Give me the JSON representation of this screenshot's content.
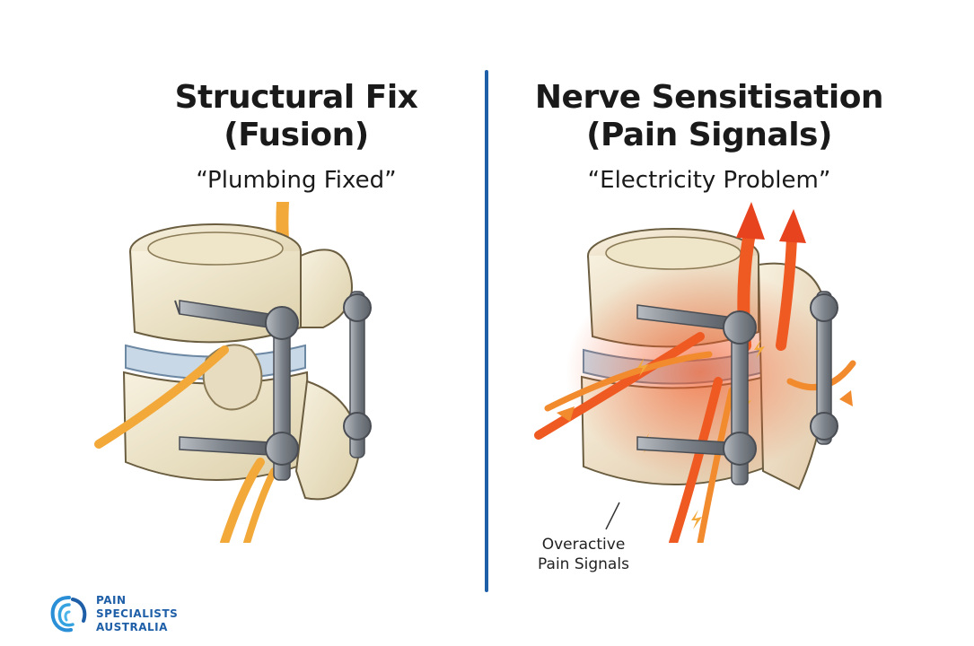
{
  "left_panel": {
    "title_line1": "Structural Fix",
    "title_line2": "(Fusion)",
    "subtitle": "“Plumbing Fixed”"
  },
  "right_panel": {
    "title_line1": "Nerve Sensitisation",
    "title_line2": "(Pain Signals)",
    "subtitle": "“Electricity Problem”",
    "annotation_line1": "Overactive",
    "annotation_line2": "Pain Signals"
  },
  "logo": {
    "line1": "PAIN",
    "line2": "SPECIALISTS",
    "line3": "AUSTRALIA"
  },
  "colors": {
    "divider": "#1f5fa8",
    "bone": "#f3ecd6",
    "nerve": "#f2a93a",
    "pain": "#e8431f",
    "hardware": "#8a8f96",
    "brand": "#1f5fa8"
  },
  "icons": [
    "spine-illustration",
    "screw-icon",
    "rod-icon",
    "nerve-icon",
    "pain-arrow-icon",
    "lightning-icon",
    "fingerprint-logo-icon"
  ]
}
